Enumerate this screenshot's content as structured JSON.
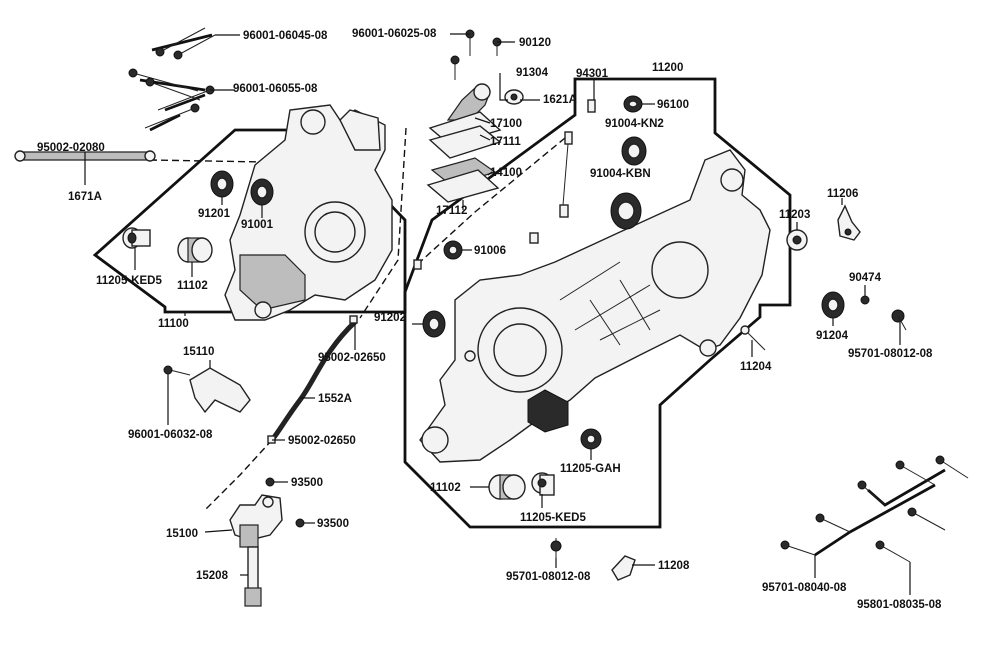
{
  "labels": {
    "p96001_06045": "96001-06045-08",
    "p96001_06025": "96001-06025-08",
    "p90120": "90120",
    "p91304": "91304",
    "p1621A": "1621A",
    "p94301": "94301",
    "p11200": "11200",
    "p96100": "96100",
    "p96001_06055": "96001-06055-08",
    "p17100": "17100",
    "p17111": "17111",
    "p91004_KN2": "91004-KN2",
    "p95002_02080": "95002-02080",
    "p14100": "14100",
    "p91004_KBN": "91004-KBN",
    "p1671A": "1671A",
    "p17112": "17112",
    "p11206": "11206",
    "p91201": "91201",
    "p91001": "91001",
    "p11203": "11203",
    "p91006": "91006",
    "p11205_KED5_a": "11205-KED5",
    "p11102_a": "11102",
    "p90474": "90474",
    "p11100": "11100",
    "p91202": "91202",
    "p91204": "91204",
    "p95701_08012_a": "95701-08012-08",
    "p95002_02650_a": "95002-02650",
    "p15110": "15110",
    "p11204": "11204",
    "p1552A": "1552A",
    "p96001_06032": "96001-06032-08",
    "p95002_02650_b": "95002-02650",
    "p11205_GAH": "11205-GAH",
    "p93500_a": "93500",
    "p11102_b": "11102",
    "p11205_KED5_b": "11205-KED5",
    "p15100": "15100",
    "p93500_b": "93500",
    "p95701_08012_b": "95701-08012-08",
    "p11208": "11208",
    "p15208": "15208",
    "p95701_08040": "95701-08040-08",
    "p95801_08035": "95801-08035-08"
  },
  "colors": {
    "ink": "#111111",
    "background": "#ffffff"
  }
}
